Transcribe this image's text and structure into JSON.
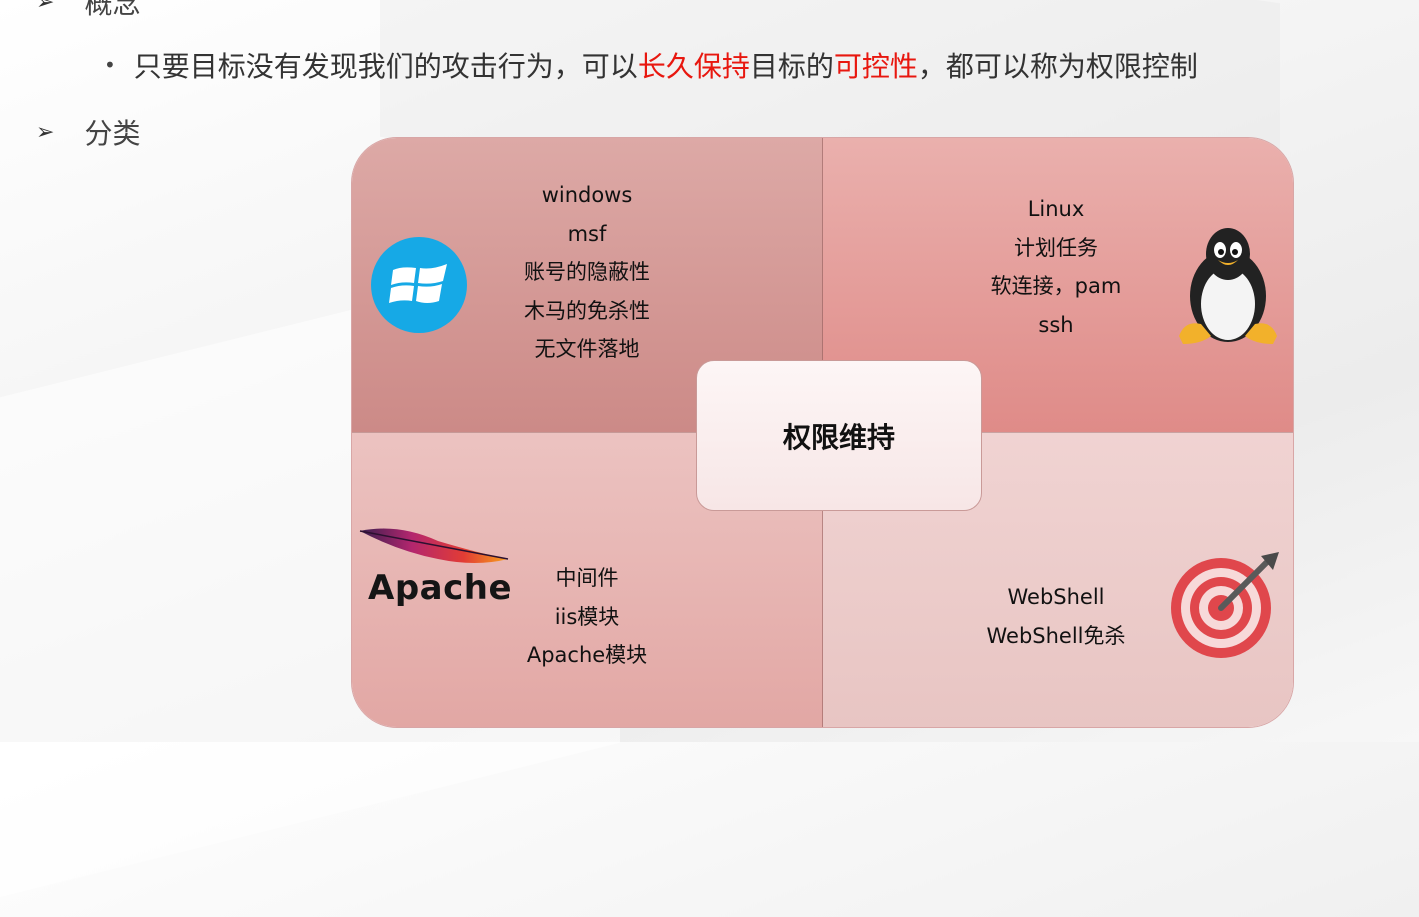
{
  "slide": {
    "concept_heading": "概念",
    "concept_bullet": {
      "part1": "只要目标没有发现我们的攻击行为，可以",
      "highlight1": "长久保持",
      "part2": "目标的",
      "highlight2": "可控性",
      "part3": "，都可以称为权限控制"
    },
    "category_heading": "分类",
    "accent_color": "#e8170f"
  },
  "diagram": {
    "center_label": "权限维持",
    "top_left": {
      "icon": "windows-logo-icon",
      "lines": [
        "windows",
        "msf",
        "账号的隐蔽性",
        "木马的免杀性",
        "无文件落地"
      ]
    },
    "top_right": {
      "icon": "linux-tux-icon",
      "lines": [
        "Linux",
        "计划任务",
        "软连接，pam",
        "ssh"
      ]
    },
    "bottom_left": {
      "icon": "apache-feather-logo",
      "logo_text": "Apache",
      "lines": [
        "中间件",
        "iis模块",
        "Apache模块"
      ]
    },
    "bottom_right": {
      "icon": "target-dart-icon",
      "lines": [
        "WebShell",
        "WebShell免杀"
      ]
    }
  }
}
